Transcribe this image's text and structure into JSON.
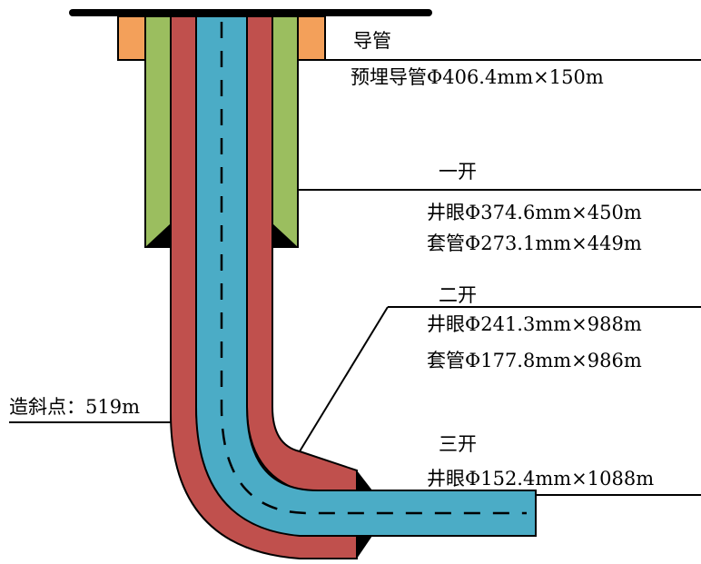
{
  "colors": {
    "conductor_collar": "#F3A05A",
    "surface_casing": "#9BBE5F",
    "intermediate_casing": "#C0504D",
    "production_hole": "#4BACC6",
    "line": "#000000"
  },
  "annotations": {
    "conductor": {
      "title": "导管",
      "detail": "预埋导管Φ406.4mm×150m"
    },
    "section1": {
      "title": "一开",
      "hole": "井眼Φ374.6mm×450m",
      "casing": "套管Φ273.1mm×449m"
    },
    "section2": {
      "title": "二开",
      "hole": "井眼Φ241.3mm×988m",
      "casing": "套管Φ177.8mm×986m"
    },
    "section3": {
      "title": "三开",
      "hole": "井眼Φ152.4mm×1088m"
    },
    "kickoff": "造斜点：519m"
  }
}
